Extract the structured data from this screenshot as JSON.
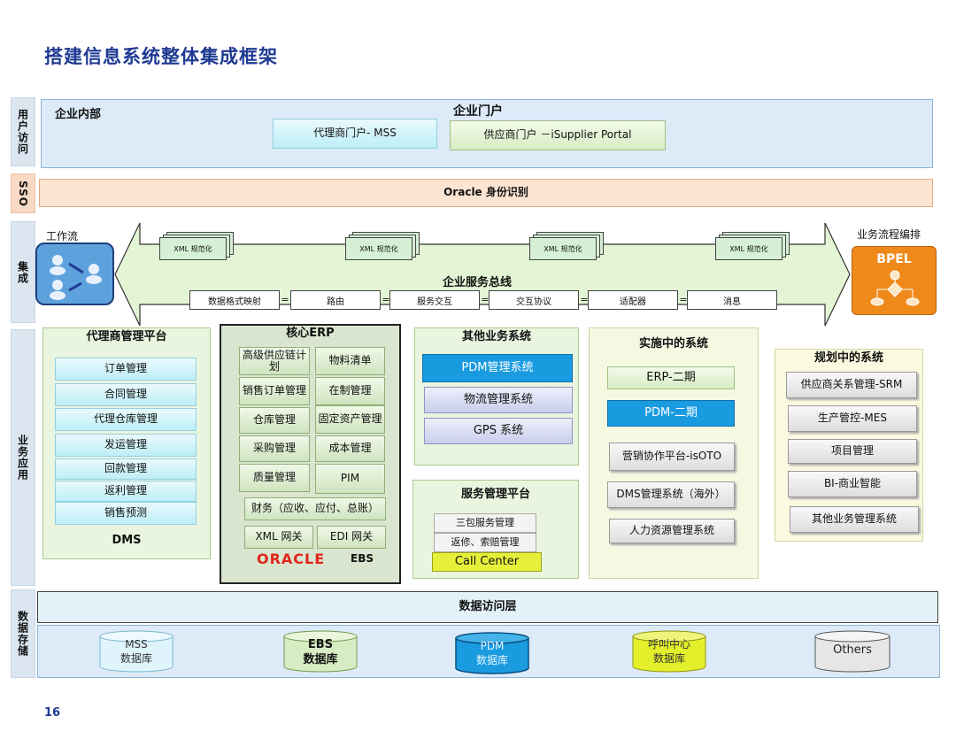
{
  "title": "搭建信息系统整体集成框架",
  "page_number": "16",
  "side_labels": {
    "user_access": "用户访问",
    "sso": "SSO",
    "integration": "集成",
    "business_app": "业务应用",
    "data_storage": "数据存储"
  },
  "user_access": {
    "internal_label": "企业内部",
    "portal_label": "企业门户",
    "agent_portal": "代理商门户- MSS",
    "supplier_portal": "供应商门户 －iSupplier Portal"
  },
  "sso": {
    "label": "Oracle 身份识别"
  },
  "integration": {
    "workflow_label": "工作流",
    "bpel_caption": "业务流程编排",
    "bpel_label": "BPEL",
    "xml_docs": [
      "XML 规范化",
      "XML 规范化",
      "XML 规范化",
      "XML 规范化"
    ],
    "bus_label": "企业服务总线",
    "bus_items": [
      "数据格式映射",
      "路由",
      "服务交互",
      "交互协议",
      "适配器",
      "消息"
    ],
    "connector": "="
  },
  "dms": {
    "title": "代理商管理平台",
    "items": [
      "订单管理",
      "合同管理",
      "代理仓库管理",
      "发运管理",
      "回款管理",
      "返利管理",
      "销售预测"
    ],
    "footer": "DMS"
  },
  "erp": {
    "title": "核心ERP",
    "cells": [
      "高级供应链计划",
      "物料清单",
      "销售订单管理",
      "在制管理",
      "仓库管理",
      "固定资产管理",
      "采购管理",
      "成本管理",
      "质量管理",
      "PIM"
    ],
    "finance": "财务（应收、应付、总账）",
    "xml_gateway": "XML 网关",
    "edi_gateway": "EDI 网关",
    "oracle_logo": "ORACLE",
    "ebs": "EBS"
  },
  "other": {
    "title": "其他业务系统",
    "items": [
      "PDM管理系统",
      "物流管理系统",
      "GPS 系统"
    ]
  },
  "service": {
    "title": "服务管理平台",
    "items": [
      "三包服务管理",
      "返修、索赔管理"
    ],
    "call_center": "Call Center"
  },
  "implementing": {
    "title": "实施中的系统",
    "items": [
      "ERP-二期",
      "PDM-二期",
      "营销协作平台-isOTO",
      "DMS管理系统（海外）",
      "人力资源管理系统"
    ]
  },
  "planning": {
    "title": "规划中的系统",
    "items": [
      "供应商关系管理-SRM",
      "生产管控-MES",
      "项目管理",
      "BI-商业智能",
      "其他业务管理系统"
    ]
  },
  "data": {
    "access_layer": "数据访问层",
    "databases": [
      {
        "name": "MSS",
        "sub": "数据库",
        "color": "#dff4fb",
        "text": "#333"
      },
      {
        "name": "EBS",
        "sub": "数据库",
        "color": "#d8ecc4",
        "text": "#111"
      },
      {
        "name": "PDM",
        "sub": "数据库",
        "color": "#1a9be0",
        "text": "#e8f6ff"
      },
      {
        "name": "呼叫中心",
        "sub": "数据库",
        "color": "#e3ef2a",
        "text": "#333"
      },
      {
        "name": "Others",
        "sub": "",
        "color": "#e6e6e6",
        "text": "#222"
      }
    ]
  }
}
